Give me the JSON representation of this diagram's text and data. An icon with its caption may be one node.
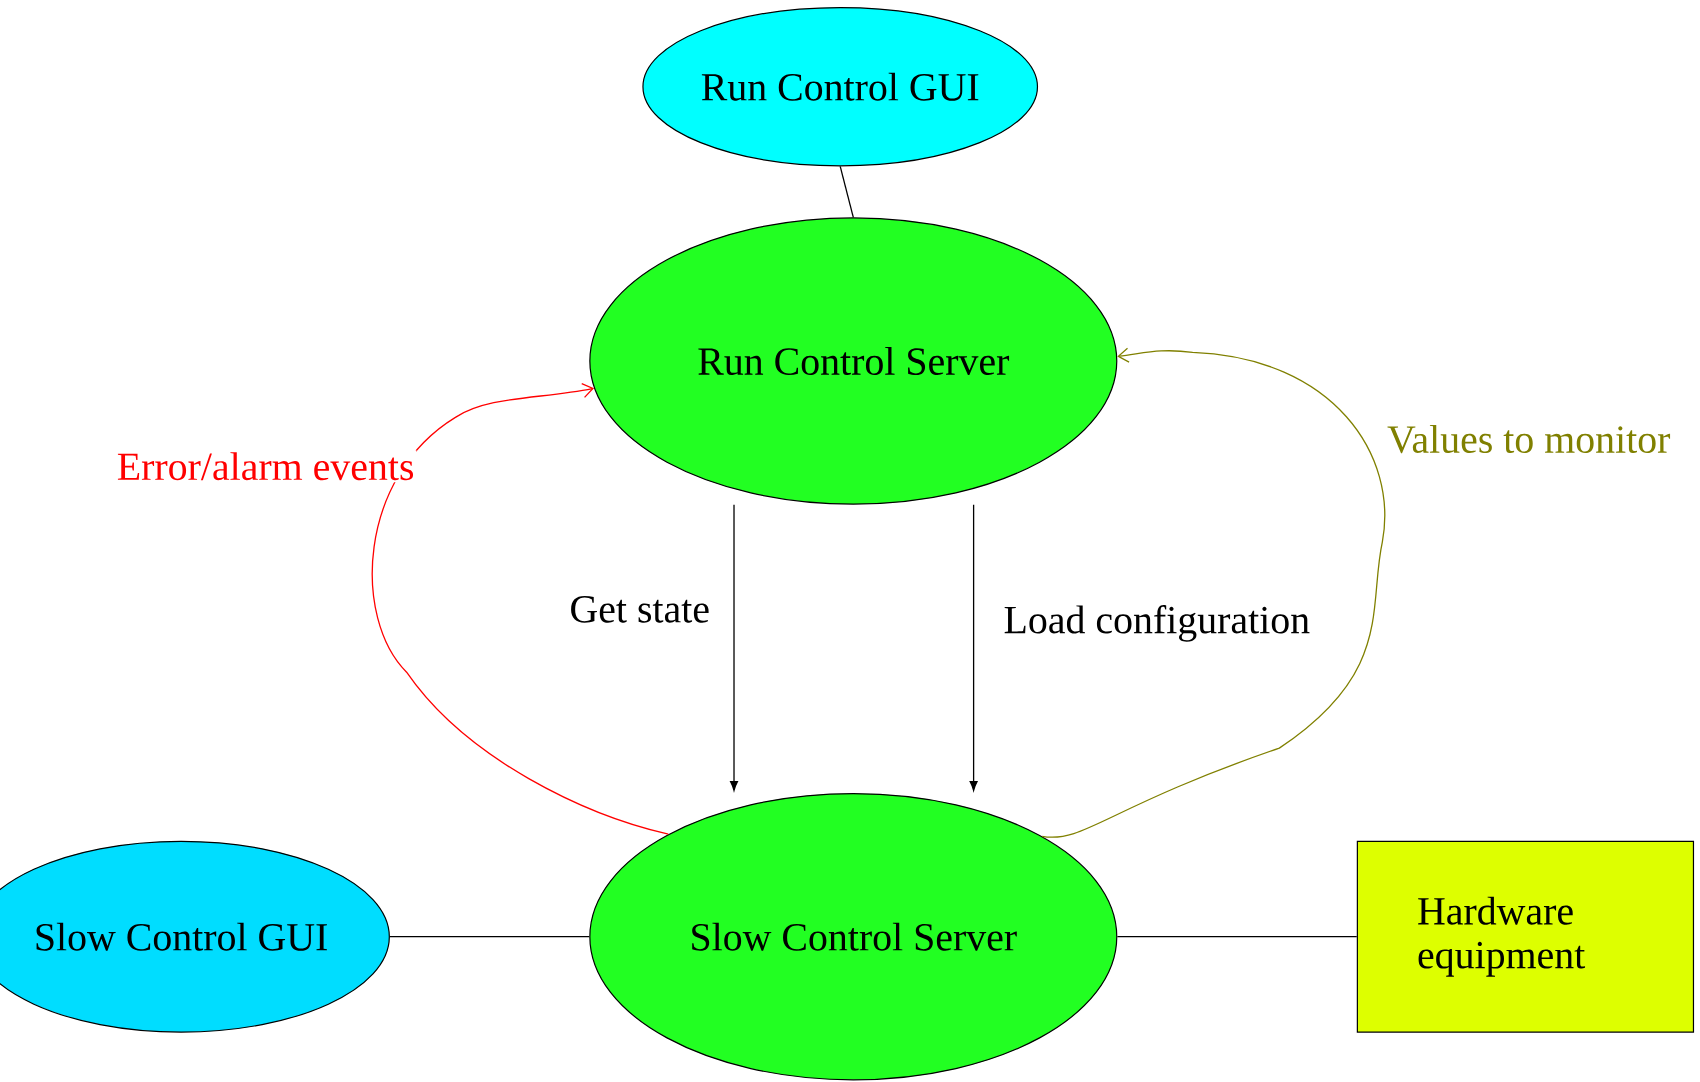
{
  "diagram": {
    "nodes": [
      {
        "text": [
          "Run Control GUI"
        ]
      },
      {
        "text": [
          "Run Control Server"
        ]
      },
      {
        "text": [
          "Slow Control GUI"
        ]
      },
      {
        "text": [
          "Slow Control Server"
        ]
      },
      {
        "text": [
          "Hardware equipment"
        ]
      }
    ],
    "edges": [
      {
        "from": 0,
        "to": 1,
        "arrow": "none"
      },
      {
        "from": 1,
        "to": 3,
        "arrow": "to",
        "label": "Get state"
      },
      {
        "from": 1,
        "to": 3,
        "arrow": "to",
        "label": "Load configuration"
      },
      {
        "from": 3,
        "to": 1,
        "arrow": "to",
        "label": "Error/alarm events",
        "color": "#ff0000"
      },
      {
        "from": 3,
        "to": 1,
        "arrow": "to",
        "label": "Values to monitor",
        "color": "#808000"
      },
      {
        "from": 2,
        "to": 3,
        "arrow": "none"
      },
      {
        "from": 3,
        "to": 4,
        "arrow": "none"
      }
    ]
  }
}
